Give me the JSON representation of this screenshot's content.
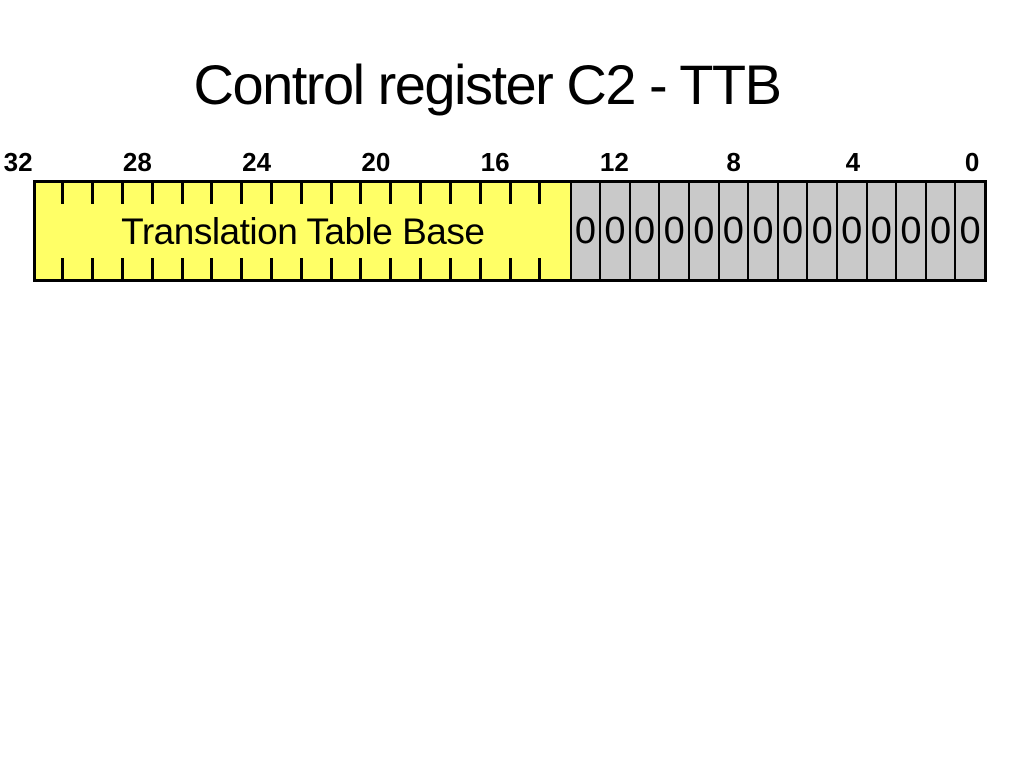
{
  "title": "Control register C2 - TTB",
  "register": {
    "total_bits": 32,
    "scale_labels": [
      "32",
      "28",
      "24",
      "20",
      "16",
      "12",
      "8",
      "4",
      "0"
    ],
    "fields": [
      {
        "label": "Translation Table Base",
        "bits": 18,
        "bit_high": 31,
        "bit_low": 14,
        "fill": "#FFFF66"
      },
      {
        "label": "",
        "bits": 14,
        "bit_high": 13,
        "bit_low": 0,
        "fill": "#C9C9C9",
        "cell_values": [
          "0",
          "0",
          "0",
          "0",
          "0",
          "0",
          "0",
          "0",
          "0",
          "0",
          "0",
          "0",
          "0",
          "0"
        ]
      }
    ]
  },
  "colors": {
    "background": "#FFFFFF",
    "border": "#000000",
    "field_main": "#FFFF66",
    "field_cells": "#C9C9C9",
    "text": "#000000"
  }
}
